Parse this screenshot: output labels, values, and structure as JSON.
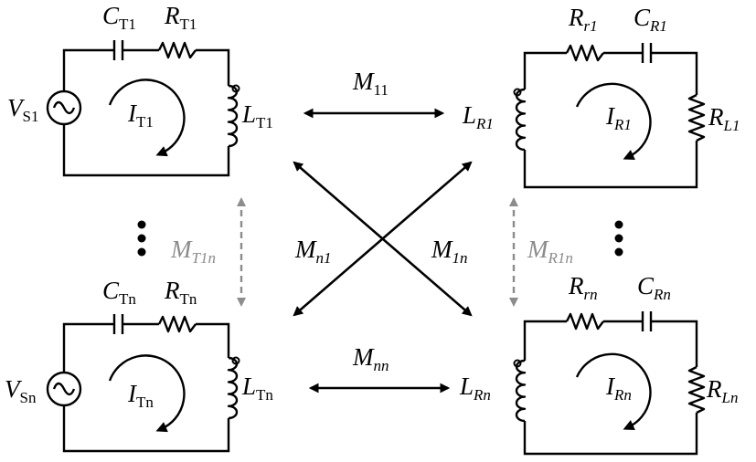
{
  "circuits": {
    "tx1": {
      "capacitor": {
        "main": "C",
        "sub": "T1"
      },
      "resistor": {
        "main": "R",
        "sub": "T1"
      },
      "inductor": {
        "main": "L",
        "sub": "T1"
      },
      "source": {
        "main": "V",
        "sub": "S1"
      },
      "current": {
        "main": "I",
        "sub": "T1"
      }
    },
    "txn": {
      "capacitor": {
        "main": "C",
        "sub": "Tn"
      },
      "resistor": {
        "main": "R",
        "sub": "Tn"
      },
      "inductor": {
        "main": "L",
        "sub": "Tn"
      },
      "source": {
        "main": "V",
        "sub": "Sn"
      },
      "current": {
        "main": "I",
        "sub": "Tn"
      }
    },
    "rx1": {
      "resistor_r": {
        "main": "R",
        "sub": "r1"
      },
      "capacitor": {
        "main": "C",
        "sub": "R1"
      },
      "inductor": {
        "main": "L",
        "sub": "R1"
      },
      "load": {
        "main": "R",
        "sub": "L1"
      },
      "current": {
        "main": "I",
        "sub": "R1"
      }
    },
    "rxn": {
      "resistor_r": {
        "main": "R",
        "sub": "rn"
      },
      "capacitor": {
        "main": "C",
        "sub": "Rn"
      },
      "inductor": {
        "main": "L",
        "sub": "Rn"
      },
      "load": {
        "main": "R",
        "sub": "Ln"
      },
      "current": {
        "main": "I",
        "sub": "Rn"
      }
    }
  },
  "couplings": {
    "m11": {
      "main": "M",
      "sub": "11"
    },
    "mnn": {
      "main": "M",
      "sub": "nn"
    },
    "mn1": {
      "main": "M",
      "sub": "n1"
    },
    "m1n": {
      "main": "M",
      "sub": "1n"
    },
    "mt1n": {
      "main": "M",
      "sub": "T1n"
    },
    "mr1n": {
      "main": "M",
      "sub": "R1n"
    }
  },
  "ellipsis": "⋮"
}
